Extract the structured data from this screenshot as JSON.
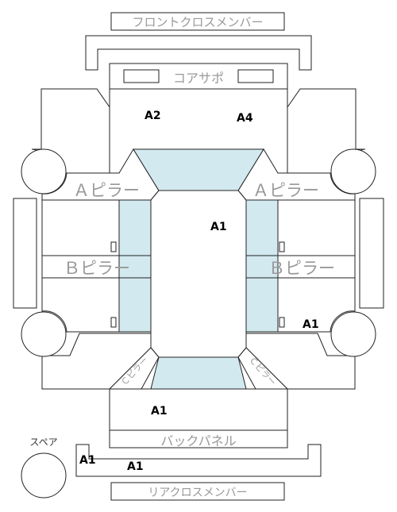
{
  "labels": {
    "front_cross_member": "フロントクロスメンバー",
    "core_support": "コアサポ",
    "a_pillar": "Ａピラー",
    "b_pillar": "Ｂピラー",
    "c_pillar": "Ｃピラー",
    "back_panel": "バックパネル",
    "spare": "スペア",
    "rear_cross_member": "リアクロスメンバー"
  },
  "damage_codes": {
    "core_left": "A2",
    "core_right": "A4",
    "roof": "A1",
    "right_rear_wheel": "A1",
    "trunk": "A1",
    "rear_member_left": "A1",
    "rear_member_mid": "A1"
  }
}
